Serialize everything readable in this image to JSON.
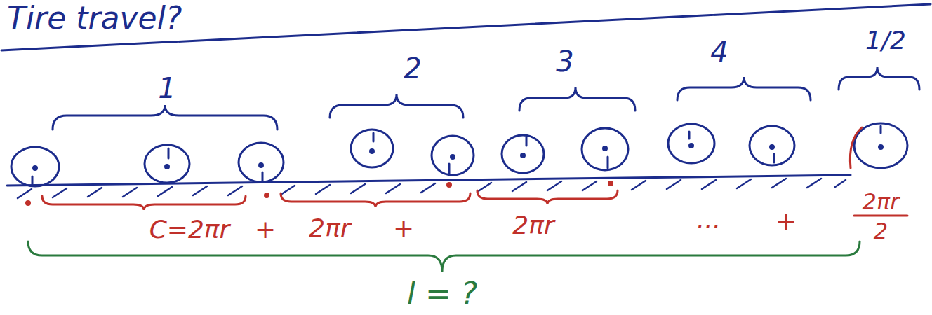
{
  "diagram": {
    "title": "Tire travel?",
    "labels": [
      "1",
      "2",
      "3",
      "4",
      "1/2",
      "C=2πr",
      "+",
      "2πr",
      "+",
      "2πr",
      "...",
      "+",
      "2πr",
      "2",
      "l = ?"
    ]
  }
}
